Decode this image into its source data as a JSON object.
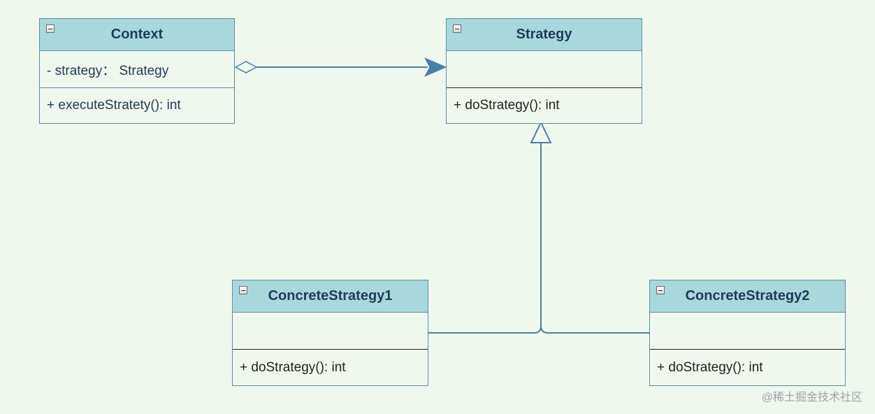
{
  "classes": {
    "context": {
      "name": "Context",
      "attributes": [
        "- strategy： Strategy"
      ],
      "methods": [
        "+ executeStratety(): int"
      ]
    },
    "strategy": {
      "name": "Strategy",
      "attributes": [],
      "methods": [
        "+ doStrategy(): int"
      ]
    },
    "concrete1": {
      "name": "ConcreteStrategy1",
      "attributes": [],
      "methods": [
        "+ doStrategy(): int"
      ]
    },
    "concrete2": {
      "name": "ConcreteStrategy2",
      "attributes": [],
      "methods": [
        "+ doStrategy(): int"
      ]
    }
  },
  "watermark": "@稀土掘金技术社区",
  "colors": {
    "background": "#f0f8ee",
    "header_fill": "#a8d8dc",
    "border": "#5a8fb0",
    "connector": "#4a7ea5"
  }
}
